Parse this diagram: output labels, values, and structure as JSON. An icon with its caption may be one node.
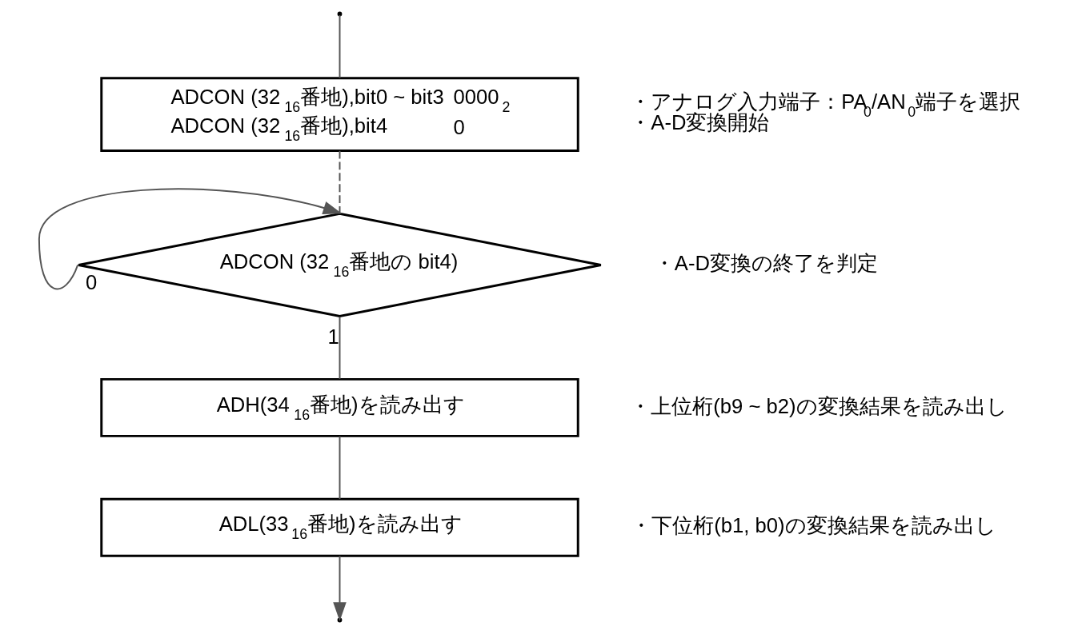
{
  "diagram": {
    "nodes": [
      {
        "text": [
          "ADCON (32$_{16}$番地),bit0 ~ bit3",
          "0000$_{2}$",
          "ADCON (32$_{16}$番地),bit4",
          "0"
        ],
        "beside": [
          "・アナログ入力端子：PA$_{0}$/AN$_{0}$端子を選択",
          "・A-D変換開始"
        ]
      },
      {
        "text": [
          "ADCON (32$_{16}$番地の bit4)"
        ],
        "beside": [
          "・A-D変換の終了を判定"
        ]
      },
      {
        "text": [
          "ADH(34$_{16}$番地)を読み出す"
        ],
        "beside": [
          "・上位桁(b9 ~ b2)の変換結果を読み出し"
        ]
      },
      {
        "text": [
          "ADL(33$_{16}$番地)を読み出す"
        ],
        "beside": [
          "・下位桁(b1, b0)の変換結果を読み出し"
        ]
      }
    ],
    "edges": [
      {
        "from": null,
        "to": 0,
        "arrow": "none"
      },
      {
        "from": 0,
        "to": 1,
        "arrow": "none",
        "style": "dashed"
      },
      {
        "from": 1,
        "to": 1,
        "arrow": "to",
        "label": "0"
      },
      {
        "from": 1,
        "to": 2,
        "arrow": "none",
        "label": "1"
      },
      {
        "from": 2,
        "to": 3,
        "arrow": "none"
      },
      {
        "from": 3,
        "to": null,
        "arrow": "to"
      }
    ]
  }
}
